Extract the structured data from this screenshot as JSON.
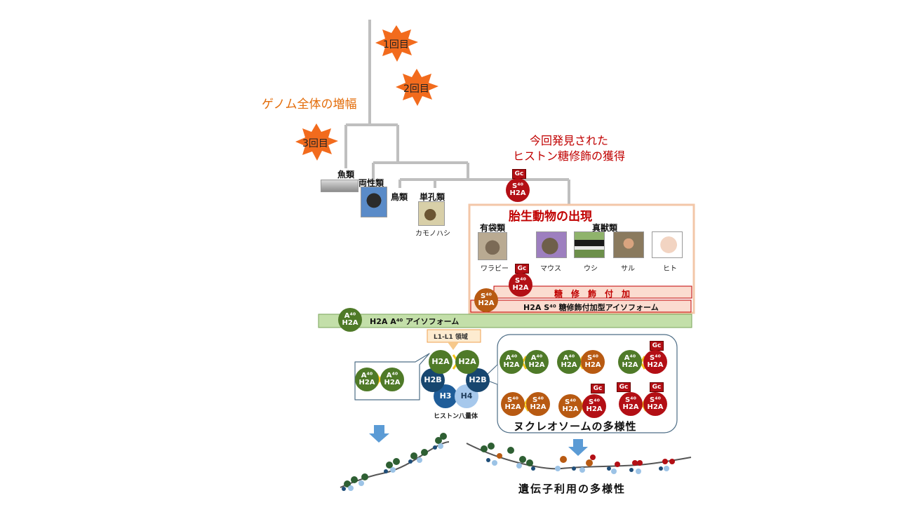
{
  "tree": {
    "genome_label": "ゲノム全体の増幅",
    "bursts": [
      "1回目",
      "2回目",
      "3回目"
    ],
    "discovery_label_line1": "今回発見された",
    "discovery_label_line2": "ヒストン糖修飾の獲得",
    "taxa": {
      "fish": "魚類",
      "amphibian": "両性類",
      "bird": "鳥類",
      "monotreme": "単孔類",
      "platypus": "カモノハシ"
    }
  },
  "placental": {
    "title": "胎生動物の出現",
    "marsupial": "有袋類",
    "eutheria": "真獣類",
    "animals": [
      "ワラビー",
      "マウス",
      "ウシ",
      "サル",
      "ヒト"
    ],
    "sugar_bar": "糖　修　飾　付　加",
    "isoform_bar": "H2A S⁴⁰ 糖修飾付加型アイソフォーム"
  },
  "green_bar": "H2A A⁴⁰ アイソフォーム",
  "nucleosome": {
    "l1_label": "L1-L1 領域",
    "octamer_label": "ヒストン八量体",
    "diversity_label": "ヌクレオソームの多様性",
    "gene_usage_label": "遺伝子利用の多様性",
    "h2a": "H2A",
    "h2b": "H2B",
    "h3": "H3",
    "h4": "H4",
    "gc": "Gc",
    "a40": "A⁴⁰",
    "s40": "S⁴⁰"
  },
  "colors": {
    "green": "#4f7a28",
    "orange": "#b85a12",
    "red": "#b30f15",
    "gray_tree": "#bfbfbf",
    "burst": "#f26b1d"
  }
}
